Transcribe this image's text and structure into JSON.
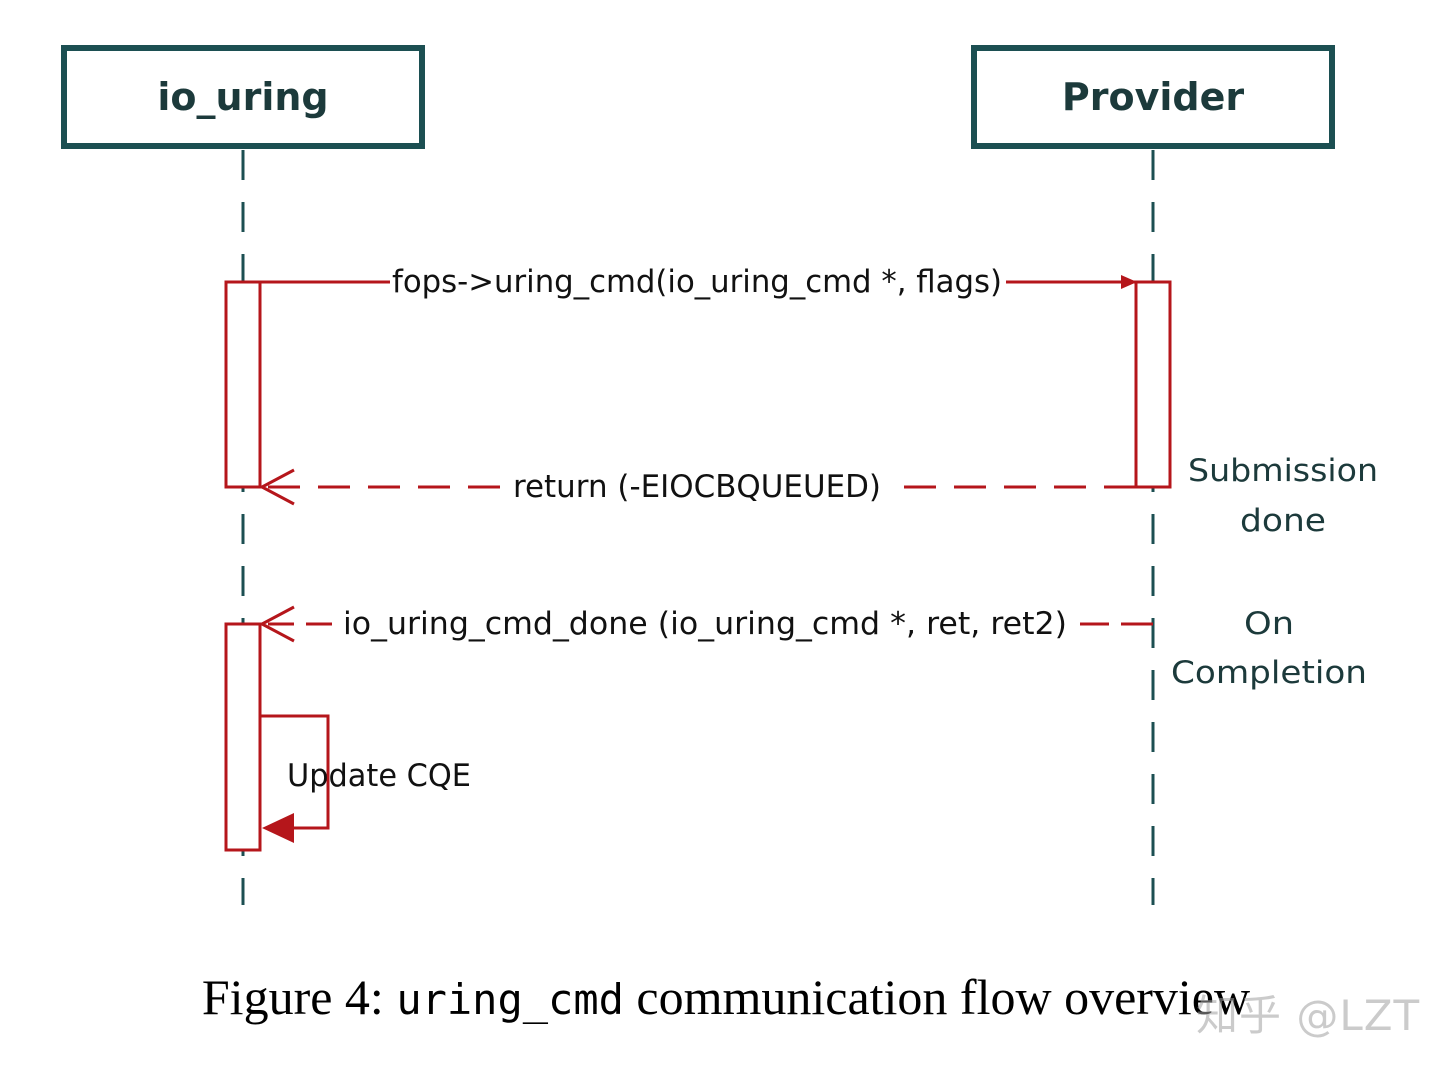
{
  "lifelines": {
    "left": "io_uring",
    "right": "Provider"
  },
  "messages": {
    "call": "fops->uring_cmd(io_uring_cmd *, flags)",
    "return": "return (-EIOCBQUEUED)",
    "done": "io_uring_cmd_done (io_uring_cmd *, ret, ret2)",
    "self": "Update CQE"
  },
  "notes": {
    "submission": [
      "Submission",
      "done"
    ],
    "completion": [
      "On",
      "Completion"
    ]
  },
  "caption": {
    "prefix": "Figure 4:",
    "code": "uring_cmd",
    "suffix": "communication flow overview"
  },
  "watermark": "知乎 @LZT",
  "colors": {
    "lifeline": "#1c4f52",
    "message": "#b5161b",
    "text": "#111111"
  }
}
